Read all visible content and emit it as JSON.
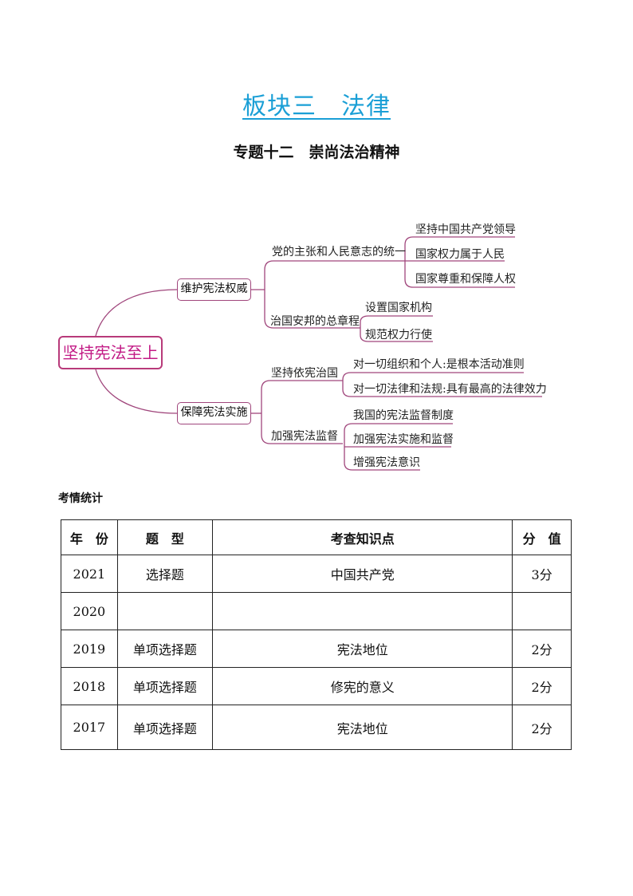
{
  "header": {
    "title": "板块三　法律",
    "subtitle": "专题十二　崇尚法治精神"
  },
  "mindmap": {
    "root": "坚持宪法至上",
    "branches": [
      {
        "label": "维护宪法权威",
        "children": [
          {
            "label": "党的主张和人民意志的统一",
            "children": [
              "坚持中国共产党领导",
              "国家权力属于人民",
              "国家尊重和保障人权"
            ]
          },
          {
            "label": "治国安邦的总章程",
            "children": [
              "设置国家机构",
              "规范权力行使"
            ]
          }
        ]
      },
      {
        "label": "保障宪法实施",
        "children": [
          {
            "label": "坚持依宪治国",
            "children": [
              "对一切组织和个人:是根本活动准则",
              "对一切法律和法规:具有最高的法律效力"
            ]
          },
          {
            "label": "加强宪法监督",
            "children": [
              "我国的宪法监督制度",
              "加强宪法实施和监督",
              "增强宪法意识"
            ]
          }
        ]
      }
    ],
    "colors": {
      "root_text": "#c21a85",
      "line": "#a0467c",
      "title": "#1a9fd6"
    }
  },
  "stats": {
    "label": "考情统计",
    "columns": [
      "年　份",
      "题　型",
      "考查知识点",
      "分　值"
    ],
    "rows": [
      [
        "2021",
        "选择题",
        "中国共产党",
        "3分"
      ],
      [
        "2020",
        "",
        "",
        ""
      ],
      [
        "2019",
        "单项选择题",
        "宪法地位",
        "2分"
      ],
      [
        "2018",
        "单项选择题",
        "修宪的意义",
        "2分"
      ],
      [
        "2017",
        "单项选择题",
        "宪法地位",
        "2分"
      ]
    ]
  }
}
